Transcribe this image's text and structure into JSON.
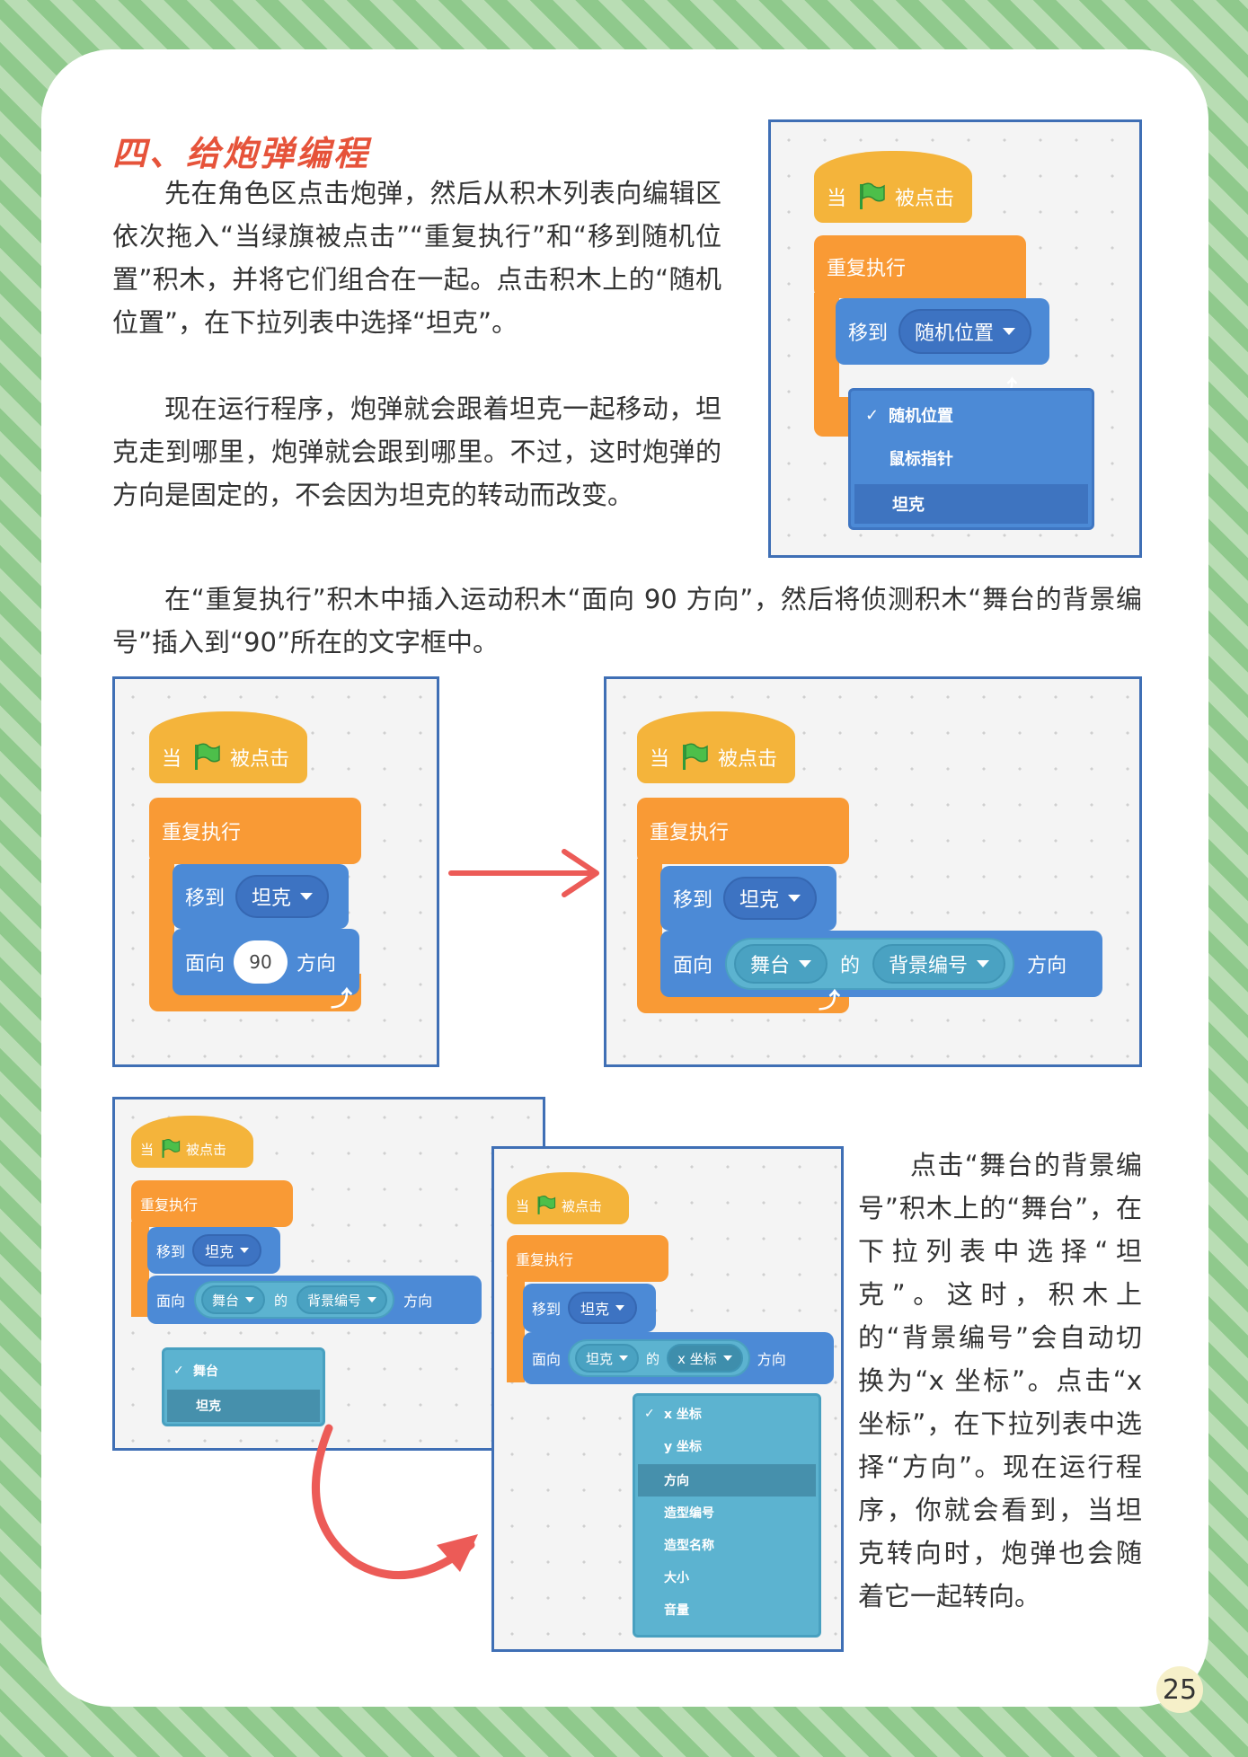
{
  "heading": "四、给炮弹编程",
  "paragraphs": {
    "p1": "先在角色区点击炮弹，然后从积木列表向编辑区依次拖入“当绿旗被点击”“重复执行”和“移到随机位置”积木，并将它们组合在一起。点击积木上的“随机位置”，在下拉列表中选择“坦克”。",
    "p2": "现在运行程序，炮弹就会跟着坦克一起移动，坦克走到哪里，炮弹就会跟到哪里。不过，这时炮弹的方向是固定的，不会因为坦克的转动而改变。",
    "p3": "在“重复执行”积木中插入运动积木“面向 90 方向”，然后将侦测积木“舞台的背景编号”插入到“90”所在的文字框中。",
    "p4": "点击“舞台的背景编号”积木上的“舞台”，在下拉列表中选择“坦克”。这时，积木上的“背景编号”会自动切换为“x 坐标”。点击“x 坐标”，在下拉列表中选择“方向”。现在运行程序，你就会看到，当坦克转向时，炮弹也会随着它一起转向。"
  },
  "blocks": {
    "when": "当",
    "clicked": "被点击",
    "forever": "重复执行",
    "goto": "移到",
    "random_position": "随机位置",
    "tank": "坦克",
    "point_in": "面向",
    "ninety": "90",
    "direction": "方向",
    "stage": "舞台",
    "of": "的",
    "backdrop_number": "背景编号",
    "x_position": "x 坐标"
  },
  "menu1": {
    "check": "✓",
    "items": [
      "随机位置",
      "鼠标指针",
      "坦克"
    ]
  },
  "menu2": {
    "check": "✓",
    "items": [
      "舞台",
      "坦克"
    ]
  },
  "menu3": {
    "check": "✓",
    "items": [
      "x 坐标",
      "y 坐标",
      "方向",
      "造型编号",
      "造型名称",
      "大小",
      "音量"
    ]
  },
  "loop_arrow": "⤴",
  "page_number": "25",
  "colors": {
    "heading": "#e6533a",
    "events": "#f4b43b",
    "control": "#f99a35",
    "motion": "#4c8ad6",
    "sensing": "#5cb3d0",
    "panel_border": "#3f6fb5",
    "arrow": "#ec5b57"
  },
  "icons": [
    "green-flag-icon",
    "dropdown-caret-icon",
    "loop-arrow-icon",
    "checkmark-icon",
    "right-arrow-icon",
    "curved-arrow-icon"
  ]
}
